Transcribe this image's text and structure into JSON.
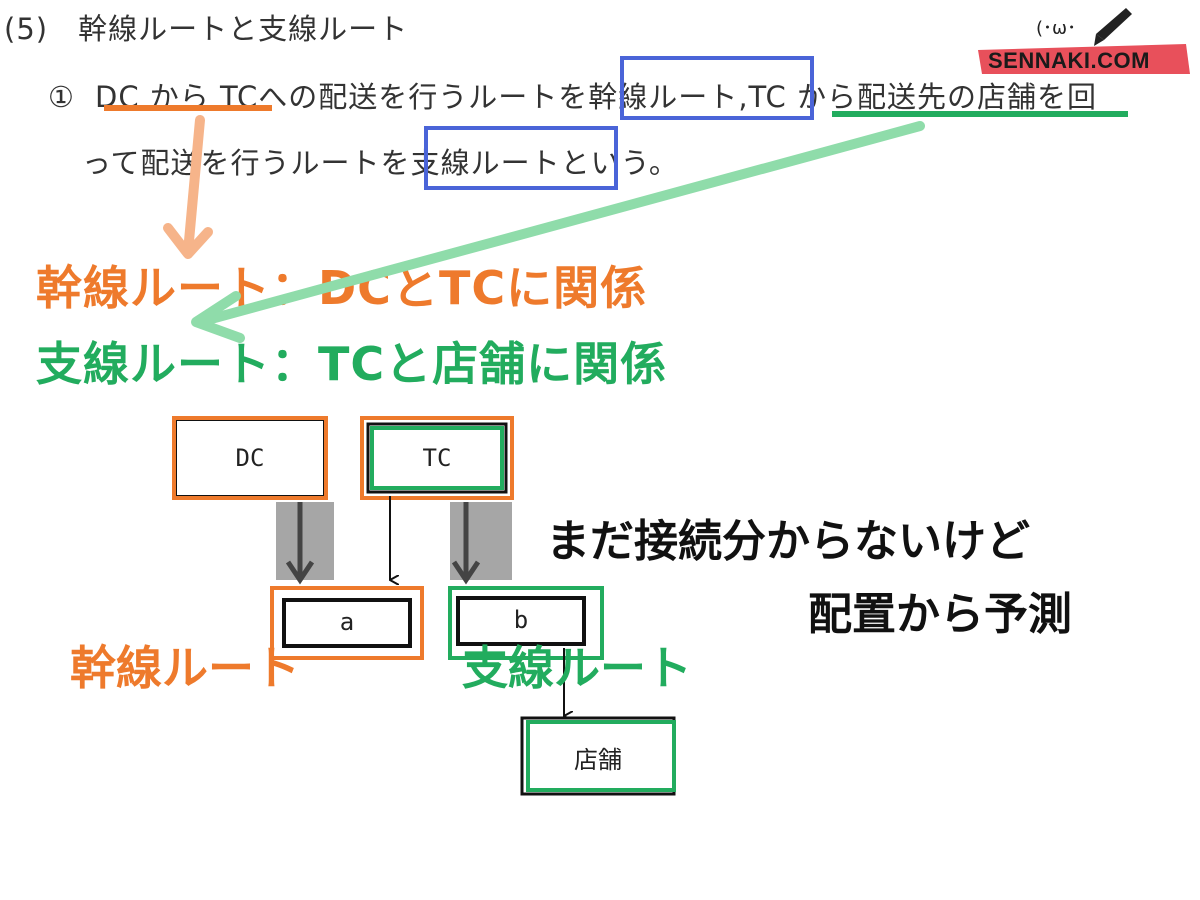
{
  "question": {
    "section_title": "(5)　幹線ルートと支線ルート",
    "item_number": "①",
    "line1_segments": [
      "DC から TC",
      "への配送を行うルートを",
      "幹線ルート",
      ",",
      "TC から配送先の店舗",
      "を回"
    ],
    "line2_segments": [
      "って配送を行うルートを",
      "支線ルート",
      "という。"
    ]
  },
  "definitions": {
    "trunk": "幹線ルート：DCとTCに関係",
    "branch": "支線ルート：TCと店舗に関係"
  },
  "diagram": {
    "nodes": {
      "dc": "DC",
      "tc": "TC",
      "a": "a",
      "b": "b",
      "store": "店舗"
    },
    "labels": {
      "trunk": "幹線ルート",
      "branch": "支線ルート"
    }
  },
  "note": {
    "line1": "まだ接続分からないけど",
    "line2": "配置から予測"
  },
  "logo": {
    "text": "SENNAKI.COM",
    "face": "(･ω･"
  },
  "colors": {
    "orange": "#ee7a2c",
    "orange_light": "#f6b48a",
    "green": "#22ac5e",
    "green_light": "#8fdcaa",
    "blue": "#4a64d8",
    "gray_arrow": "#a6a6a6",
    "logo_pink": "#e8505b"
  }
}
